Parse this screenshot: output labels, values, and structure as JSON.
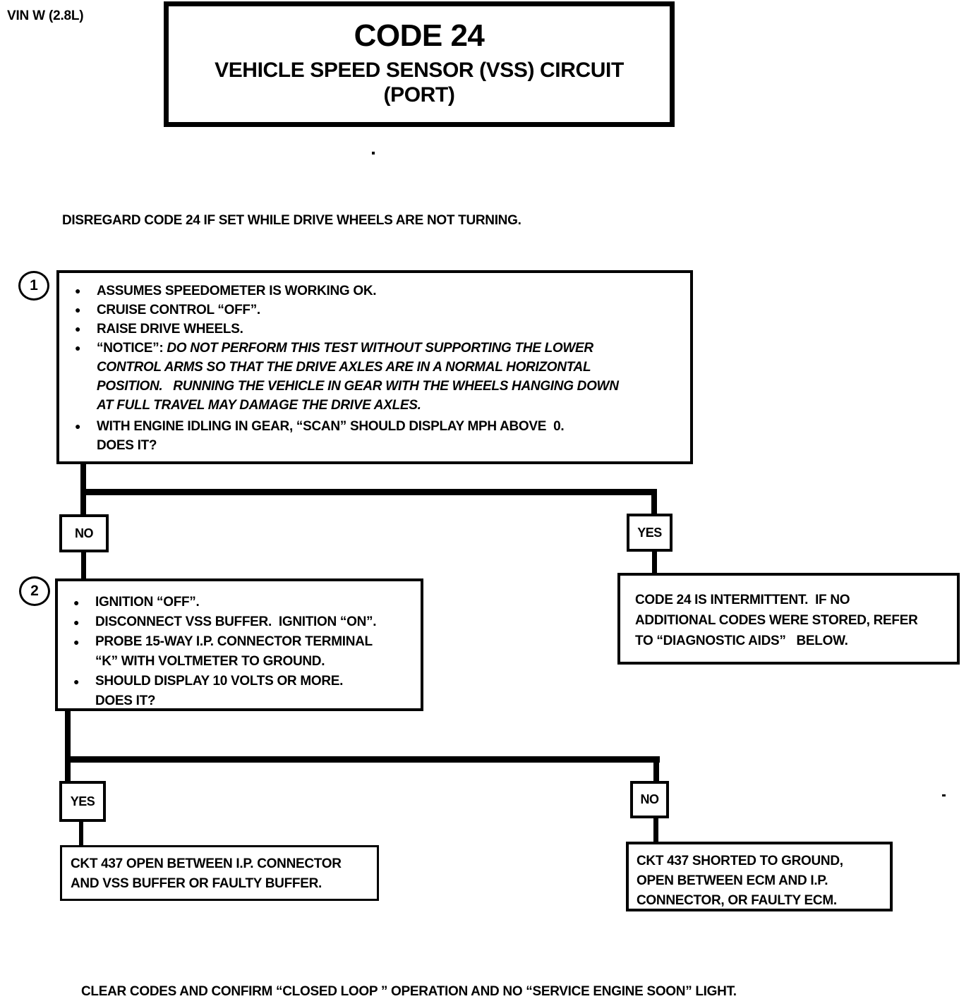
{
  "header": {
    "vin_label": "VIN W (2.8L)",
    "title": "CODE 24",
    "subtitle": "VEHICLE SPEED SENSOR (VSS) CIRCUIT",
    "subtitle2": "(PORT)"
  },
  "intro_note": "DISREGARD CODE 24 IF SET WHILE DRIVE WHEELS ARE NOT TURNING.",
  "step1": {
    "number": "1",
    "bullet_icon": "●",
    "bullets": {
      "b1": "ASSUMES SPEEDOMETER IS WORKING OK.",
      "b2": "CRUISE CONTROL “OFF”.",
      "b3": "RAISE DRIVE WHEELS.",
      "notice_prefix": "“NOTICE”: ",
      "notice_lines": [
        "DO NOT PERFORM THIS TEST WITHOUT SUPPORTING THE LOWER",
        "CONTROL ARMS SO THAT THE DRIVE AXLES ARE IN A NORMAL HORIZONTAL",
        "POSITION.   RUNNING THE VEHICLE IN GEAR WITH THE WHEELS HANGING DOWN",
        "AT FULL TRAVEL MAY DAMAGE THE DRIVE AXLES."
      ],
      "b5_lines": [
        "WITH ENGINE IDLING IN GEAR, “SCAN” SHOULD DISPLAY MPH ABOVE  0.",
        "DOES IT?"
      ]
    }
  },
  "branch1": {
    "no": "NO",
    "yes": "YES"
  },
  "intermittent_box_lines": [
    "CODE 24 IS INTERMITTENT.  IF NO",
    "ADDITIONAL CODES WERE STORED, REFER",
    "TO “DIAGNOSTIC AIDS”   BELOW."
  ],
  "step2": {
    "number": "2",
    "bullet_icon": "●",
    "bullets": {
      "b1": "IGNITION “OFF”.",
      "b2": "DISCONNECT VSS BUFFER.  IGNITION “ON”.",
      "b3_lines": [
        "PROBE 15-WAY I.P. CONNECTOR TERMINAL",
        "“K” WITH VOLTMETER TO GROUND."
      ],
      "b4_lines": [
        "SHOULD DISPLAY 10 VOLTS OR MORE.",
        "DOES IT?"
      ]
    }
  },
  "branch2": {
    "yes": "YES",
    "no": "NO"
  },
  "result_left_lines": [
    "CKT 437 OPEN BETWEEN I.P. CONNECTOR",
    "AND VSS BUFFER OR FAULTY BUFFER."
  ],
  "result_right_lines": [
    "CKT 437 SHORTED TO GROUND,",
    "OPEN BETWEEN ECM AND I.P.",
    "CONNECTOR, OR FAULTY ECM."
  ],
  "footer_note": "CLEAR CODES AND CONFIRM “CLOSED LOOP ” OPERATION AND NO “SERVICE ENGINE SOON” LIGHT."
}
